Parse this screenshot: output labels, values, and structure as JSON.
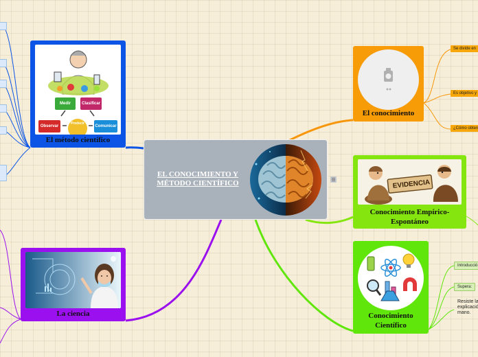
{
  "central": {
    "title": "EL CONOCIMIENTO Y MÉTODO CIENTÍFICO"
  },
  "nodes": {
    "conocimiento": {
      "title": "El conocimiento",
      "color": "#f79b06"
    },
    "empirico": {
      "title": "Conocimiento Empírico-Espontáneo",
      "color": "#84e60e"
    },
    "cientifico": {
      "title": "Conocimiento Científico",
      "color": "#60e60a"
    },
    "metodo": {
      "title": "El método científico",
      "color": "#0b54e6",
      "diagram": {
        "medir": "Medir",
        "clasificar": "Clasificar",
        "observar": "Observar",
        "comunicar": "Comunicar",
        "predecir": "Predecir"
      }
    },
    "ciencia": {
      "title": "La ciencia",
      "color": "#9b10ee"
    }
  },
  "conocimiento_labels": [
    "Se divide en",
    "Es objetivo y",
    "¿Cómo obten"
  ],
  "empirico_image": {
    "sign": "EVIDENCIA"
  },
  "cientifico_labels": [
    "Introducció",
    "Supera:"
  ],
  "cientifico_text": "Resiste la\nexplicació\nmano.",
  "colors": {
    "orange_branch": "#f7960a",
    "green_branch": "#7ee010",
    "purple_branch": "#9b10ee",
    "blue_branch": "#0b54e6",
    "central_bg": "#a9b1bb"
  }
}
